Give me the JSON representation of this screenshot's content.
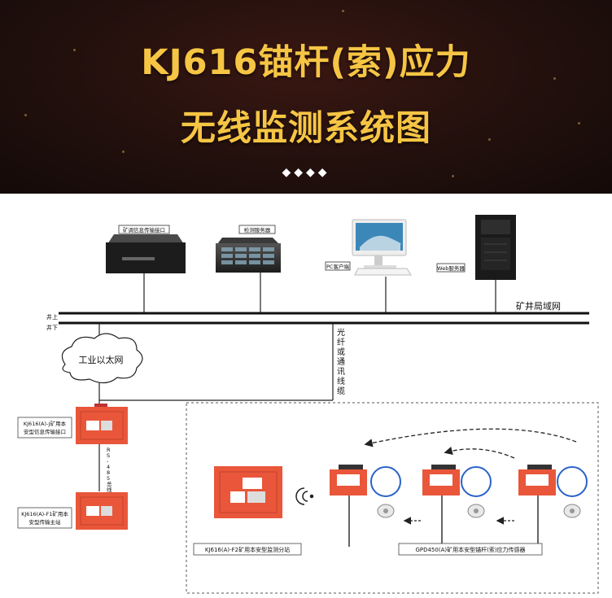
{
  "title_line1": "KJ616锚杆(索)应力",
  "title_line2": "无线监测系统图",
  "decor": "◆◆◆◆",
  "devices": {
    "remote": "矿调信息传输接口",
    "server": "检测服务器",
    "pc": "PC客户端",
    "web": "Web服务器"
  },
  "network": {
    "mine_lan": "矿井局域网",
    "surface": "井上",
    "underground": "井下",
    "ethernet": "工业以太网",
    "fiber": [
      "光",
      "纤",
      "或",
      "通",
      "讯",
      "线",
      "缆"
    ],
    "rs485": [
      "R",
      "S",
      "-",
      "4",
      "8",
      "5",
      "总",
      "线"
    ]
  },
  "stations": {
    "j_line1": "KJ616(A)-J矿用本",
    "j_line2": "安型信息传输接口",
    "f1_line1": "KJ616(A)-F1矿用本",
    "f1_line2": "安型传输主站",
    "f2": "KJ616(A)-F2矿用本安型监测分站",
    "sensor": "GPD450(A)矿用本安型锚杆(索)应力传感器"
  },
  "colors": {
    "gold": "#f6c544",
    "orange": "#e9563a",
    "banner_dark": "#22100d"
  }
}
